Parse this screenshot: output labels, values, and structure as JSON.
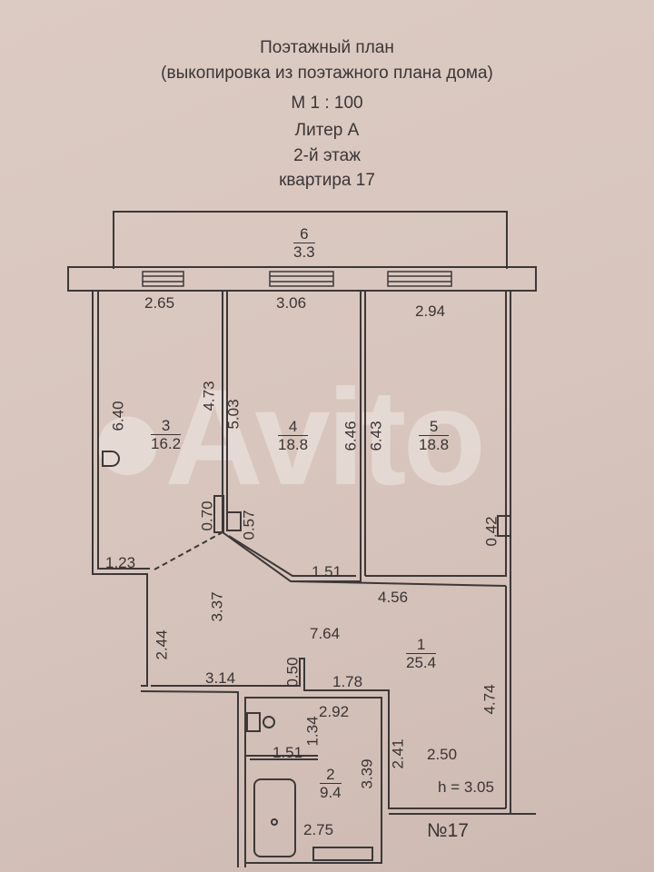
{
  "header": {
    "title": "Поэтажный план",
    "subtitle": "(выкопировка из поэтажного плана дома)",
    "scale": "М 1 : 100",
    "liter": "Литер А",
    "floor": "2-й этаж",
    "apartment": "квартира 17"
  },
  "rooms": [
    {
      "number": "6",
      "area": "3.3"
    },
    {
      "number": "3",
      "area": "16.2"
    },
    {
      "number": "4",
      "area": "18.8"
    },
    {
      "number": "5",
      "area": "18.8"
    },
    {
      "number": "1",
      "area": "25.4"
    },
    {
      "number": "2",
      "area": "9.4"
    }
  ],
  "dimensions": {
    "d265": "2.65",
    "d306": "3.06",
    "d294": "2.94",
    "d640": "6.40",
    "d473": "4.73",
    "d503": "5.03",
    "d646": "6.46",
    "d643": "6.43",
    "d070": "0.70",
    "d057": "0.57",
    "d042": "0.42",
    "d123": "1.23",
    "d151a": "1.51",
    "d456": "4.56",
    "d337": "3.37",
    "d764": "7.64",
    "d244": "2.44",
    "d314": "3.14",
    "d050": "0.50",
    "d178": "1.78",
    "d292": "2.92",
    "d134": "1.34",
    "d151b": "1.51",
    "d339": "3.39",
    "d241": "2.41",
    "d250": "2.50",
    "d474": "4.74",
    "d275": "2.75"
  },
  "ceiling_height": "h = 3.05",
  "apartment_number": "№17",
  "watermark": "Avito"
}
